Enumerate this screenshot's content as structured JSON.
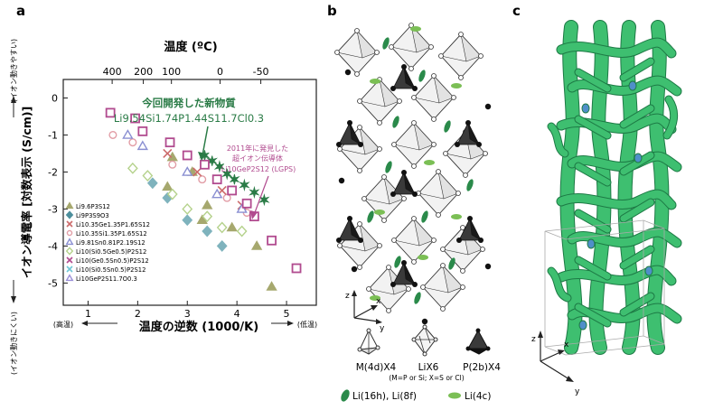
{
  "panels": {
    "a": "a",
    "b": "b",
    "c": "c"
  },
  "chart_data": {
    "type": "scatter",
    "top_axis_title": "温度 (ºC)",
    "top_ticks": [
      {
        "value": 400,
        "label": "400"
      },
      {
        "value": 200,
        "label": "200"
      },
      {
        "value": 100,
        "label": "100"
      },
      {
        "value": 0,
        "label": "0"
      },
      {
        "value": -50,
        "label": "-50"
      }
    ],
    "ylabel": "イオン導電率 [対数表示 (S/cm)]",
    "ylabel_up": "(イオン動きやすい)",
    "ylabel_down": "(イオン動きにくい)",
    "xlabel": "温度の逆数 (1000/K)",
    "xlabel_left": "(高温)",
    "xlabel_right": "(低温)",
    "xlim": [
      0.5,
      5.6
    ],
    "ylim": [
      -5.6,
      0.5
    ],
    "xticks": [
      1,
      2,
      3,
      4,
      5
    ],
    "yticks": [
      0,
      -1,
      -2,
      -3,
      -4,
      -5
    ],
    "annotation_new_title": "今回開発した新物質",
    "annotation_new_formula": "Li9.54Si1.74P1.44S11.7Cl0.3",
    "annotation_old_line1": "2011年に発見した",
    "annotation_old_line2": "超イオン伝導体",
    "annotation_old_formula": "Li10GeP2S12 (LGPS)",
    "legend": [
      "Li9.6P3S12",
      "Li9P3S9O3",
      "Li10.35Ge1.35P1.65S12",
      "Li10.35Si1.35P1.65S12",
      "Li9.81Sn0.81P2.19S12",
      "Li10(Si0.5Ge0.5)P2S12",
      "Li10(Ge0.5Sn0.5)P2S12",
      "Li10(Si0.5Sn0.5)P2S12",
      "Li10GeP2S11.7O0.3"
    ],
    "series": [
      {
        "marker": "triangle",
        "color": "#a6a86e",
        "fill": true,
        "points": [
          [
            2.7,
            -1.6
          ],
          [
            3.1,
            -2.0
          ],
          [
            2.6,
            -2.4
          ],
          [
            3.4,
            -2.9
          ],
          [
            3.3,
            -3.3
          ],
          [
            3.9,
            -3.5
          ],
          [
            4.4,
            -4.0
          ],
          [
            4.7,
            -5.1
          ]
        ]
      },
      {
        "marker": "diamond",
        "color": "#7fb3bd",
        "fill": true,
        "points": [
          [
            2.3,
            -2.3
          ],
          [
            2.6,
            -2.7
          ],
          [
            3.0,
            -3.3
          ],
          [
            3.4,
            -3.6
          ],
          [
            3.7,
            -4.0
          ]
        ]
      },
      {
        "marker": "diamond",
        "color": "#b5d28c",
        "fill": false,
        "points": [
          [
            1.9,
            -1.9
          ],
          [
            2.2,
            -2.1
          ],
          [
            2.7,
            -2.6
          ],
          [
            3.0,
            -3.0
          ],
          [
            3.4,
            -3.2
          ],
          [
            3.7,
            -3.5
          ],
          [
            4.1,
            -3.6
          ]
        ]
      },
      {
        "marker": "circle",
        "color": "#e29da6",
        "fill": false,
        "points": [
          [
            1.5,
            -1.0
          ],
          [
            1.9,
            -1.2
          ],
          [
            2.7,
            -1.8
          ],
          [
            3.3,
            -2.2
          ],
          [
            3.8,
            -2.7
          ],
          [
            4.2,
            -3.1
          ]
        ]
      },
      {
        "marker": "x",
        "color": "#cc6a6a",
        "fill": false,
        "points": [
          [
            2.6,
            -1.5
          ],
          [
            3.2,
            -2.0
          ],
          [
            3.7,
            -2.5
          ],
          [
            4.1,
            -2.9
          ]
        ]
      },
      {
        "marker": "triangle",
        "color": "#8a8fd2",
        "fill": false,
        "points": [
          [
            1.8,
            -1.0
          ],
          [
            2.1,
            -1.3
          ],
          [
            3.0,
            -2.0
          ],
          [
            3.6,
            -2.6
          ],
          [
            4.1,
            -3.0
          ]
        ]
      },
      {
        "marker": "star",
        "color": "#2a7b46",
        "fill": true,
        "points": [
          [
            3.35,
            -1.55
          ],
          [
            3.5,
            -1.7
          ],
          [
            3.65,
            -1.85
          ],
          [
            3.8,
            -2.05
          ],
          [
            3.95,
            -2.2
          ],
          [
            4.15,
            -2.35
          ],
          [
            4.35,
            -2.55
          ],
          [
            4.55,
            -2.75
          ]
        ]
      },
      {
        "marker": "square",
        "color": "#b14b8f",
        "fill": false,
        "points": [
          [
            1.45,
            -0.4
          ],
          [
            1.95,
            -0.55
          ],
          [
            2.1,
            -0.9
          ],
          [
            2.65,
            -1.2
          ],
          [
            3.0,
            -1.55
          ],
          [
            3.35,
            -1.8
          ],
          [
            3.6,
            -2.2
          ],
          [
            3.9,
            -2.5
          ],
          [
            4.2,
            -2.85
          ],
          [
            4.35,
            -3.2
          ],
          [
            4.7,
            -3.85
          ],
          [
            5.2,
            -4.6
          ]
        ]
      }
    ]
  },
  "structure": {
    "legend_items": [
      {
        "label": "M(4d)X4"
      },
      {
        "label": "LiX6"
      },
      {
        "label": "P(2b)X4"
      }
    ],
    "note": "(M=P or Si; X=S or Cl)",
    "li_labels": [
      "Li(16h), Li(8f)",
      "Li(4c)"
    ]
  },
  "axes_b": {
    "z": "z",
    "x": "x",
    "y": "y"
  },
  "axes_c": {
    "z": "z",
    "x": "x",
    "y": "y"
  },
  "colors": {
    "green": "#2a7b46",
    "magenta": "#b14b8f",
    "tube": "#3ebf70",
    "tube_edge": "#1d7a45"
  }
}
